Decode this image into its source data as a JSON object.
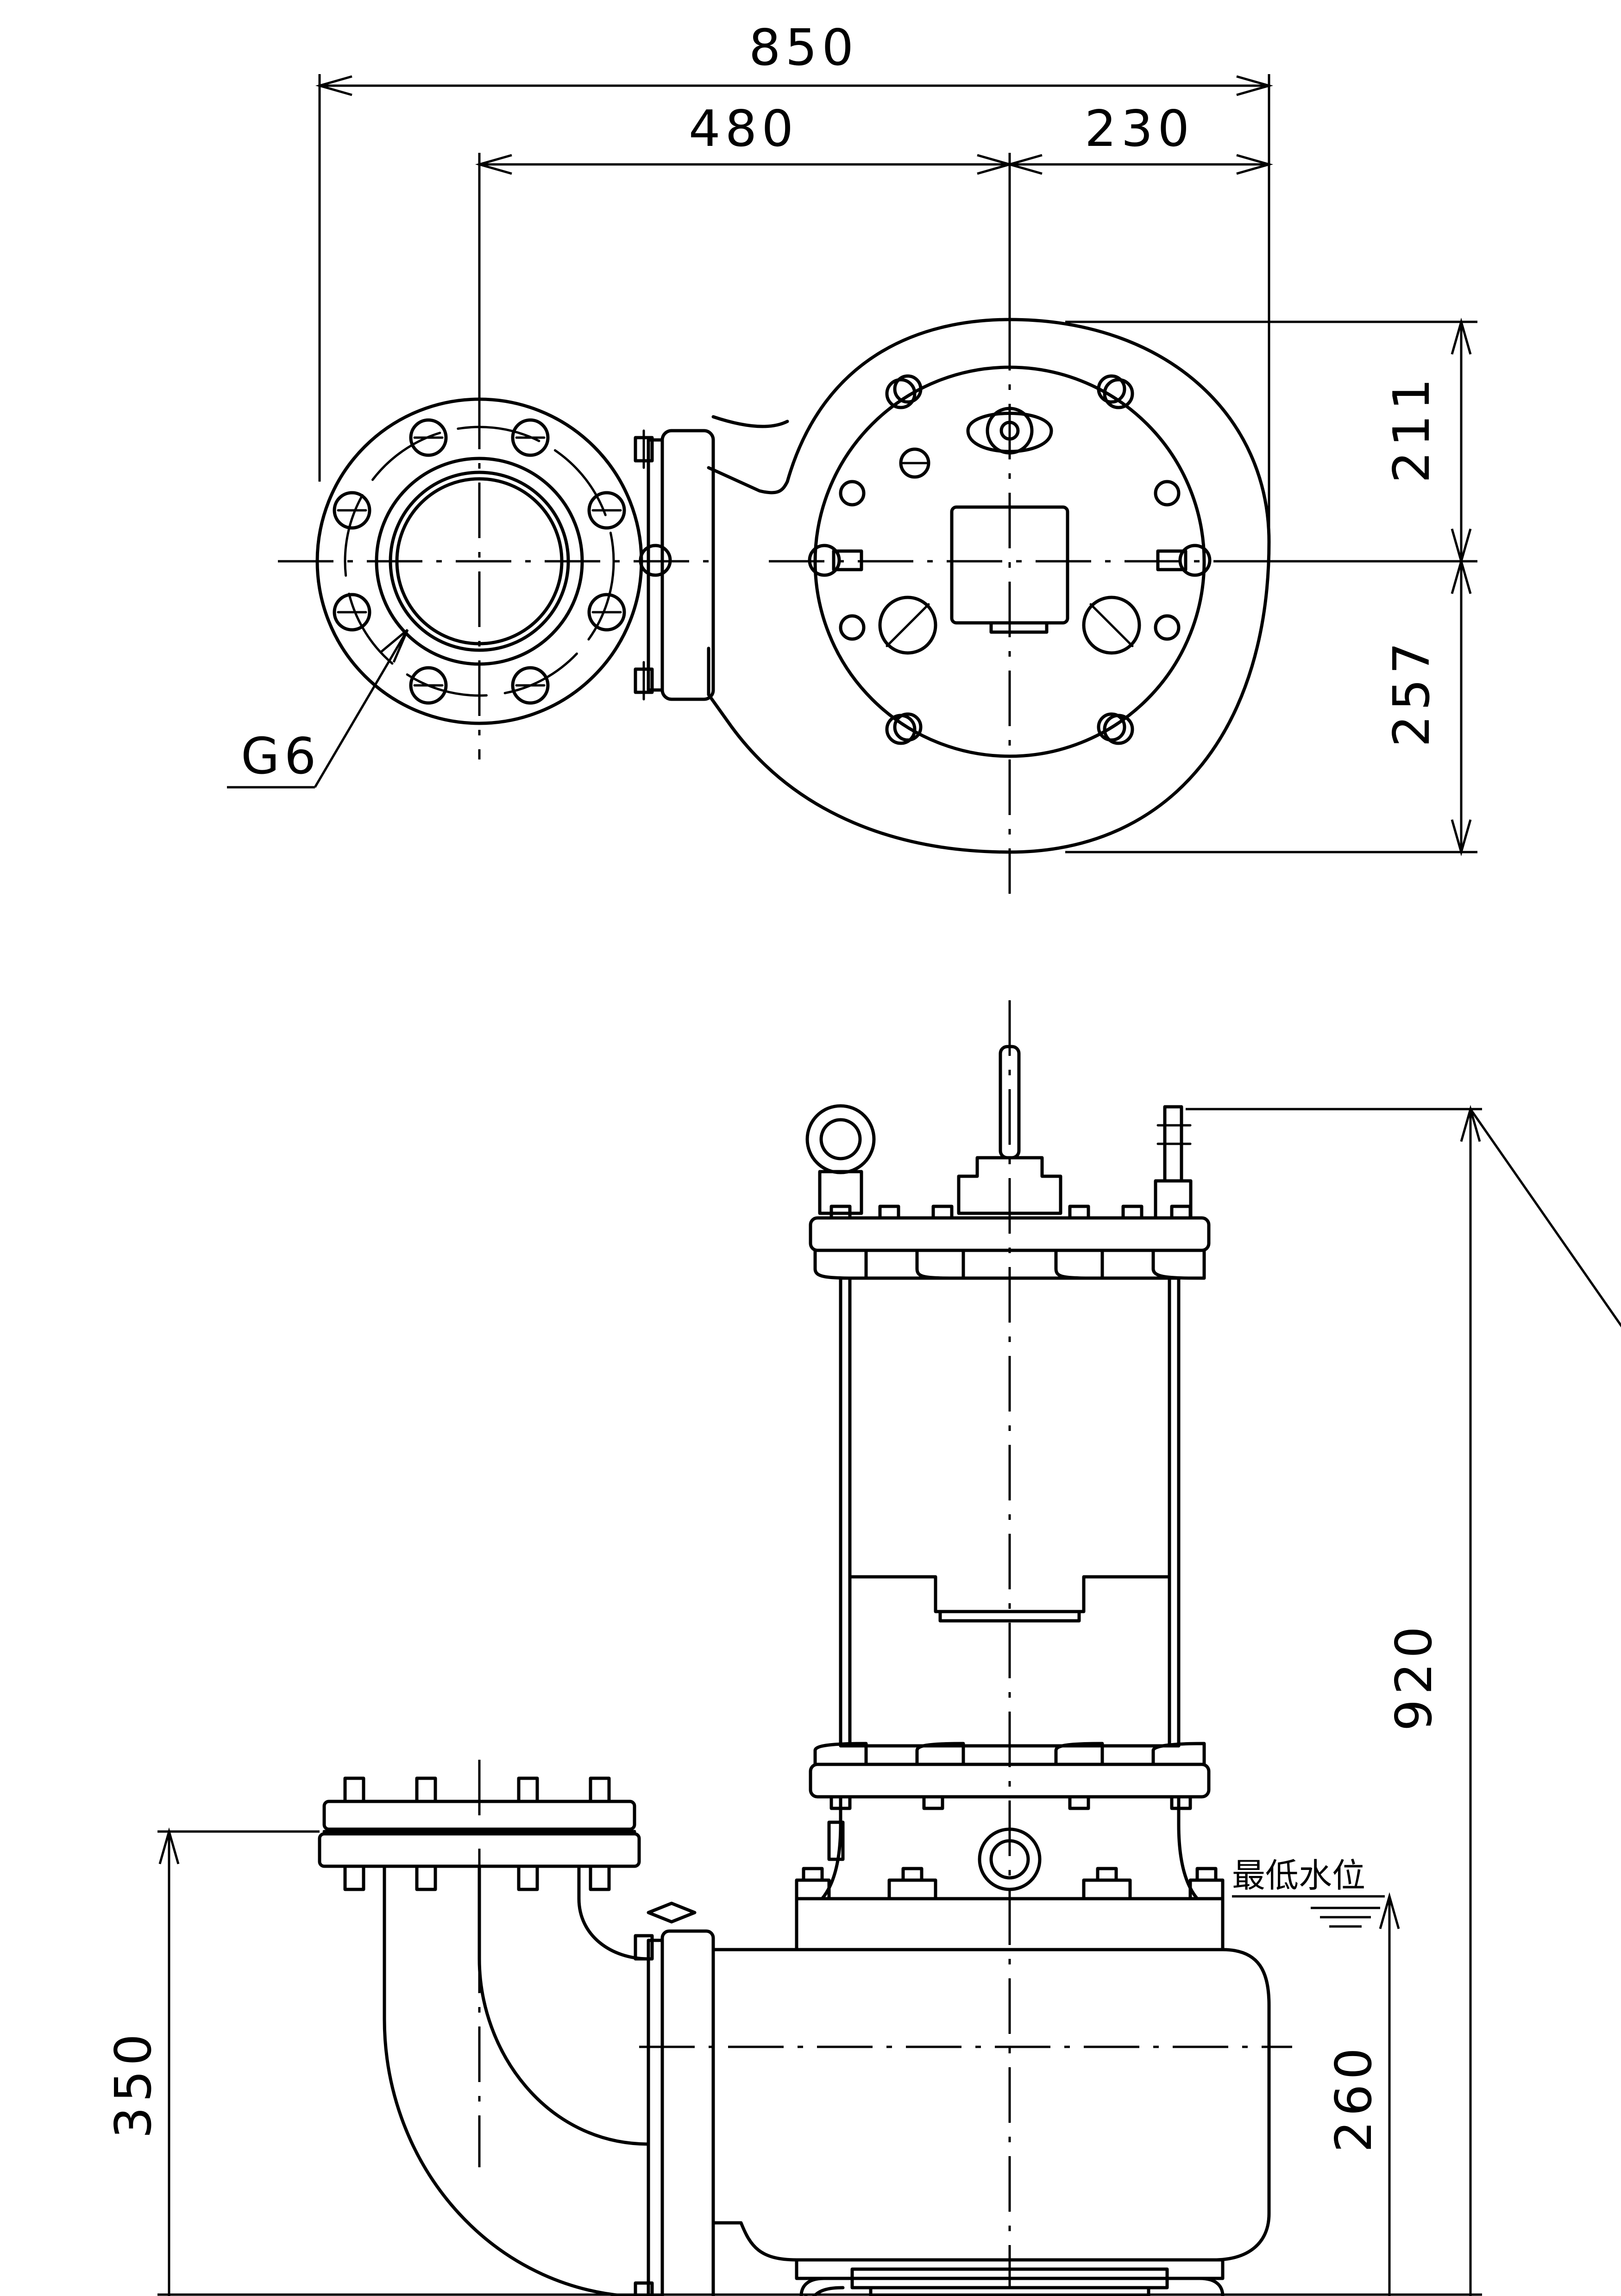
{
  "plan_view": {
    "dim_overall_width": "850",
    "dim_flange_to_center": "480",
    "dim_center_to_edge": "230",
    "dim_center_to_top": "211",
    "dim_center_to_bottom": "257",
    "flange_label": "G6"
  },
  "elevation_view": {
    "dim_total_height": "920",
    "dim_discharge_height": "350",
    "dim_min_water_level_height": "260",
    "min_water_level_label": "最低水位"
  }
}
